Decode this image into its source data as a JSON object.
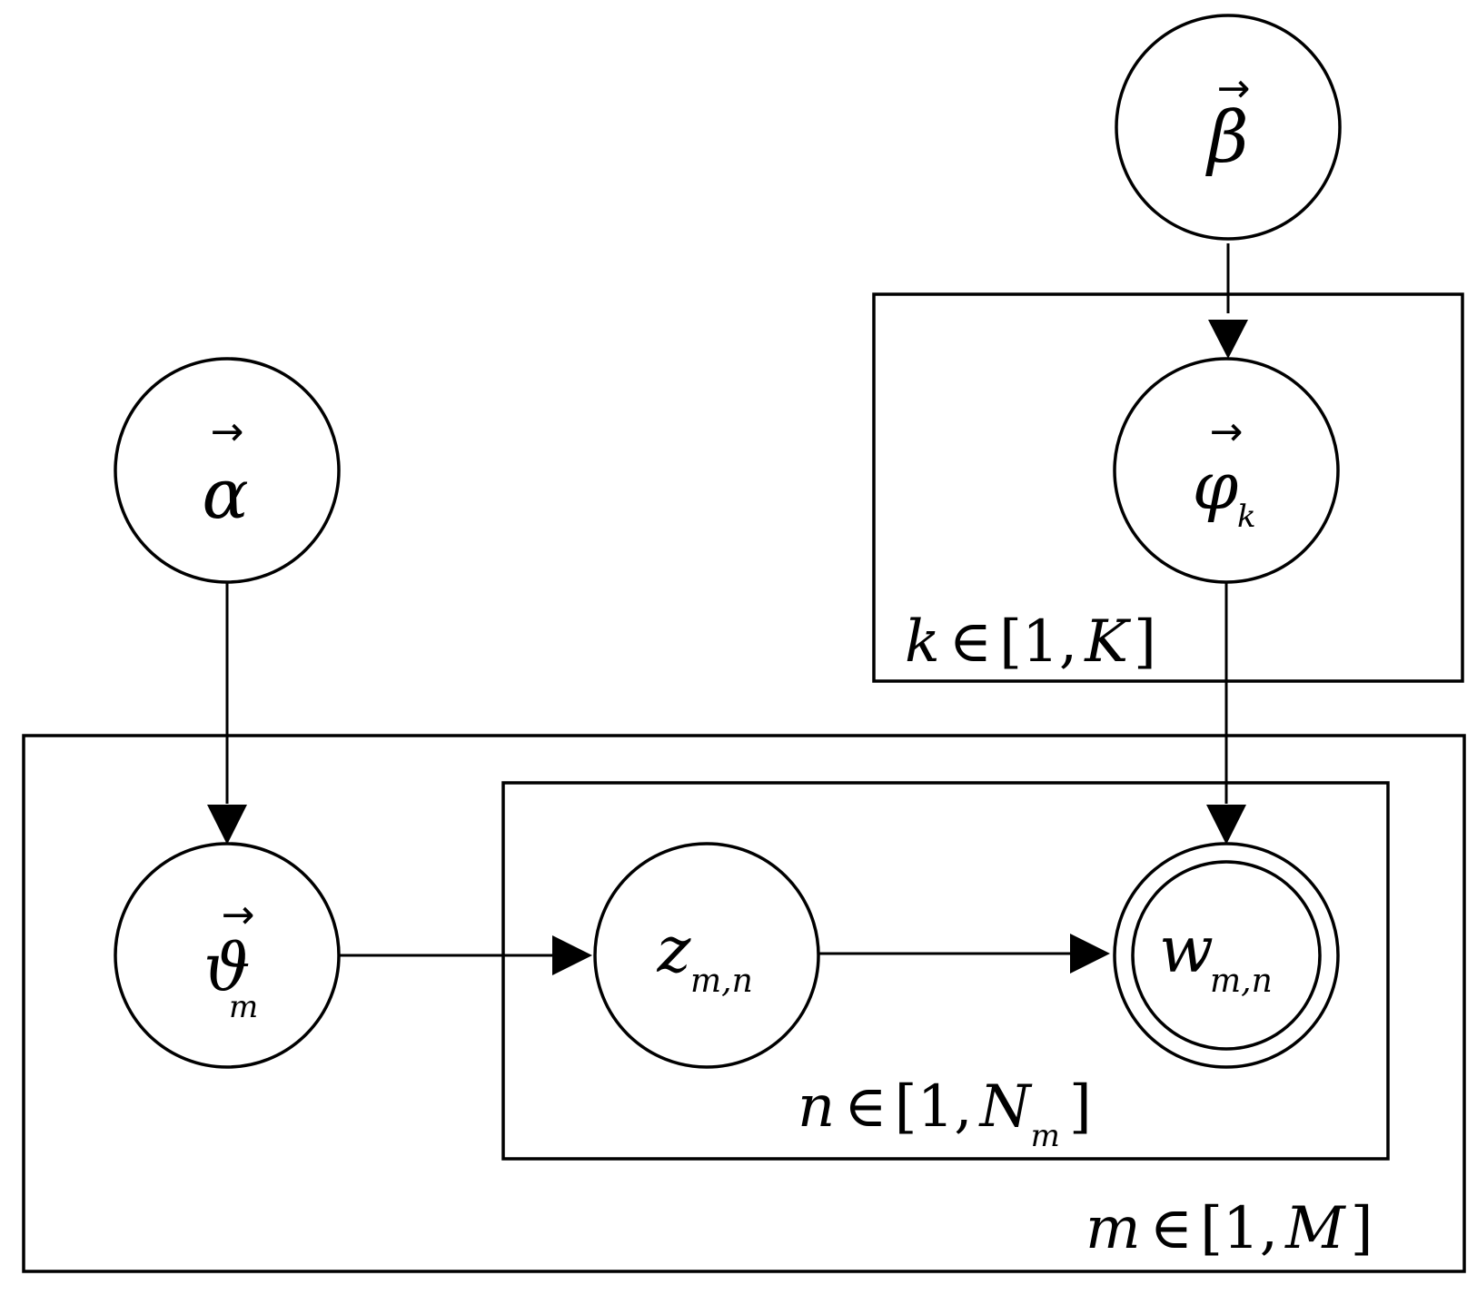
{
  "colors": {
    "stroke": "#000000",
    "background": "#ffffff"
  },
  "arrow_glyph": "→",
  "nodes": {
    "alpha": {
      "symbol": "α",
      "subscript": ""
    },
    "beta": {
      "symbol": "β",
      "subscript": ""
    },
    "phi": {
      "symbol": "φ",
      "subscript": "k"
    },
    "theta": {
      "symbol": "ϑ",
      "subscript": "m"
    },
    "z": {
      "symbol": "z",
      "subscript": "m,n"
    },
    "w": {
      "symbol": "w",
      "subscript": "m,n"
    }
  },
  "plates": {
    "k": {
      "var": "k",
      "in": "∈",
      "range_open": "[1,",
      "bound": "K",
      "bound_sub": "",
      "range_close": "]"
    },
    "n": {
      "var": "n",
      "in": "∈",
      "range_open": "[1,",
      "bound": "N",
      "bound_sub": "m",
      "range_close": "]"
    },
    "m": {
      "var": "m",
      "in": "∈",
      "range_open": "[1,",
      "bound": "M",
      "bound_sub": "",
      "range_close": "]"
    }
  }
}
